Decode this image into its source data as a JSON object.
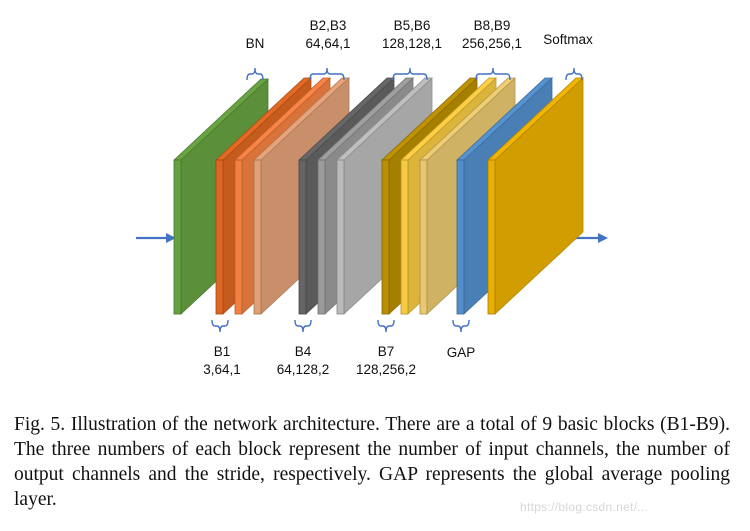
{
  "diagram": {
    "top_labels": [
      {
        "id": "bn",
        "lines": [
          "BN"
        ]
      },
      {
        "id": "b2b3",
        "lines": [
          "B2,B3",
          "64,64,1"
        ]
      },
      {
        "id": "b5b6",
        "lines": [
          "B5,B6",
          "128,128,1"
        ]
      },
      {
        "id": "b8b9",
        "lines": [
          "B8,B9",
          "256,256,1"
        ]
      },
      {
        "id": "softmax",
        "lines": [
          "Softmax"
        ]
      }
    ],
    "bottom_labels": [
      {
        "id": "b1",
        "lines": [
          "B1",
          "3,64,1"
        ]
      },
      {
        "id": "b4",
        "lines": [
          "B4",
          "64,128,2"
        ]
      },
      {
        "id": "b7",
        "lines": [
          "B7",
          "128,256,2"
        ]
      },
      {
        "id": "gap",
        "lines": [
          "GAP"
        ]
      }
    ],
    "layers": [
      {
        "name": "bn",
        "color": "#5b8f3a"
      },
      {
        "name": "b1",
        "color": "#c65b1e"
      },
      {
        "name": "b2",
        "color": "#d9733a"
      },
      {
        "name": "b3",
        "color": "#c98f6b"
      },
      {
        "name": "b4",
        "color": "#5a5a5a"
      },
      {
        "name": "b5",
        "color": "#8a8a8a"
      },
      {
        "name": "b6",
        "color": "#a6a6a6"
      },
      {
        "name": "b7",
        "color": "#a57f00"
      },
      {
        "name": "b8",
        "color": "#ddb43a"
      },
      {
        "name": "b9",
        "color": "#cfb264"
      },
      {
        "name": "gap",
        "color": "#4a7fb5"
      },
      {
        "name": "softmax",
        "color": "#d19d00"
      }
    ],
    "arrow_color": "#4472c4"
  },
  "caption": {
    "text": "Fig. 5.  Illustration of the network architecture. There are a total of 9 basic blocks (B1-B9). The three numbers of each block represent the number of input channels, the number of output channels and the stride, respectively. GAP represents the global average pooling layer."
  },
  "watermark": {
    "text": "https://blog.csdn.net/..."
  }
}
